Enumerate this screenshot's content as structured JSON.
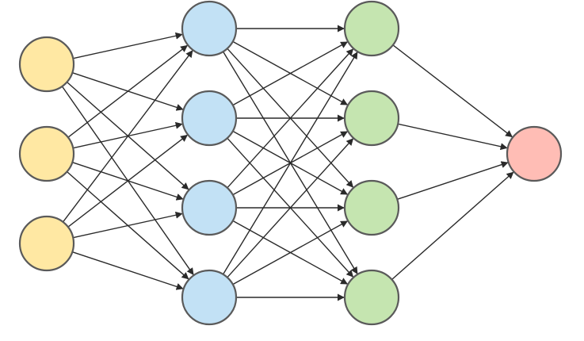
{
  "diagram": {
    "type": "neural-network",
    "layers": [
      {
        "id": "input",
        "nodes": 3,
        "color": "#FFE8A3"
      },
      {
        "id": "hidden-1",
        "nodes": 4,
        "color": "#C2E1F5"
      },
      {
        "id": "hidden-2",
        "nodes": 4,
        "color": "#C5E5B0"
      },
      {
        "id": "output",
        "nodes": 1,
        "color": "#FFBDB5"
      }
    ],
    "connectivity": "fully-connected",
    "edge_color": "#2A2A2A",
    "node_border_color": "#5A5A5A"
  }
}
